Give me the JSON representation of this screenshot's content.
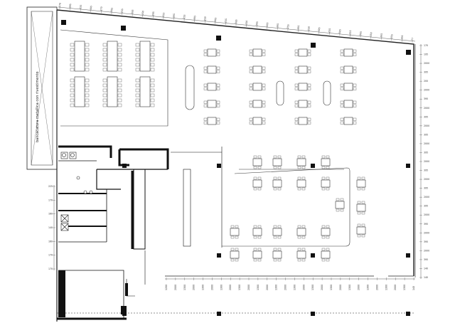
{
  "drawing": {
    "canopy_label": "bancacatura metallica con rivestimento",
    "top_dimensions": [
      "178",
      "395",
      "255",
      "395",
      "270",
      "395",
      "255",
      "395",
      "250",
      "395",
      "255",
      "395",
      "255",
      "395",
      "250",
      "395",
      "255",
      "395",
      "250",
      "395",
      "265",
      "395",
      "255",
      "395",
      "250",
      "395",
      "255",
      "395",
      "255",
      "395",
      "250",
      "395",
      "255",
      "395",
      "77"
    ],
    "right_dimensions": [
      "170",
      "195",
      "2000",
      "395",
      "200",
      "2000",
      "395",
      "2000",
      "395",
      "2000",
      "395",
      "2000",
      "395",
      "2000",
      "395",
      "2000",
      "395",
      "2000",
      "395",
      "2000",
      "395",
      "2000",
      "395",
      "2000",
      "395",
      "140",
      "140"
    ],
    "bottom_dimensions": [
      "1200",
      "2000",
      "1300",
      "2000",
      "1300",
      "2000",
      "1300",
      "2000",
      "1300",
      "2000",
      "1300",
      "2000",
      "1300",
      "2000",
      "1300",
      "2000",
      "1300",
      "2000",
      "1300",
      "2000",
      "1300",
      "2000",
      "1300",
      "2000",
      "1300",
      "2000",
      "1300",
      "140"
    ],
    "left_dimensions": [
      "225",
      "170",
      "160",
      "140",
      "160",
      "170",
      "170"
    ]
  }
}
